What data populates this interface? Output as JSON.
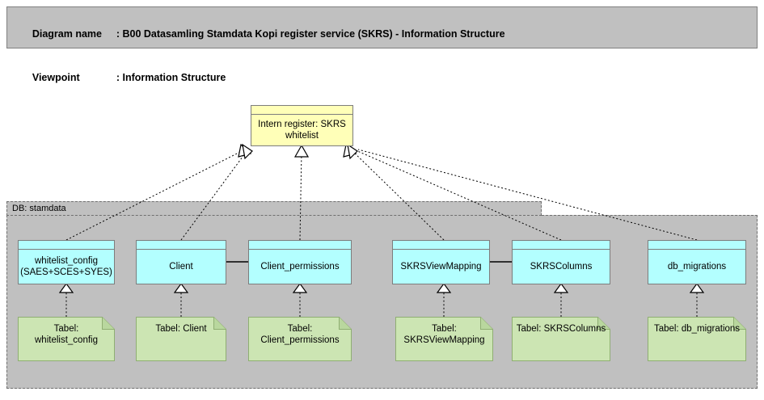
{
  "header": {
    "line1_label": "Diagram name",
    "line1_sep": ": ",
    "line1_value": "B00 Datasamling Stamdata Kopi register service (SKRS) - Information Structure",
    "line2_label": "Viewpoint",
    "line2_sep": ": ",
    "line2_value": "Information Structure"
  },
  "colors": {
    "header_bg": "#c0c0c0",
    "group_bg": "#c0c0c0",
    "group_border": "#6e6e6e",
    "yellow": "#ffffb8",
    "cyan": "#b3ffff",
    "green": "#cce5b3",
    "green_border": "#8fae72",
    "node_border": "#7d7d7d",
    "wire": "#000000"
  },
  "root_object": {
    "name": "intern-register-skrs-whitelist",
    "label": "Intern register: SKRS\nwhitelist"
  },
  "group": {
    "name": "db-stamdata",
    "label": "DB: stamdata"
  },
  "data_objects": [
    {
      "name": "whitelist-config",
      "label": "whitelist_config\n(SAES+SCES+SYES)"
    },
    {
      "name": "client",
      "label": "Client"
    },
    {
      "name": "client-permissions",
      "label": "Client_permissions"
    },
    {
      "name": "skrsviewmapping",
      "label": "SKRSViewMapping"
    },
    {
      "name": "skrscolumns",
      "label": "SKRSColumns"
    },
    {
      "name": "db-migrations",
      "label": "db_migrations"
    }
  ],
  "tables": [
    {
      "name": "tabel-whitelist-config",
      "label": "Tabel:\nwhitelist_config"
    },
    {
      "name": "tabel-client",
      "label": "Tabel: Client"
    },
    {
      "name": "tabel-client-permissions",
      "label": "Tabel:\nClient_permissions"
    },
    {
      "name": "tabel-skrsviewmapping",
      "label": "Tabel:\nSKRSViewMapping"
    },
    {
      "name": "tabel-skrscolumns",
      "label": "Tabel: SKRSColumns"
    },
    {
      "name": "tabel-db-migrations",
      "label": "Tabel: db_migrations"
    }
  ],
  "relations": {
    "realization_count": 6,
    "association_pairs": [
      [
        "client",
        "client-permissions"
      ],
      [
        "skrsviewmapping",
        "skrscolumns"
      ]
    ]
  }
}
